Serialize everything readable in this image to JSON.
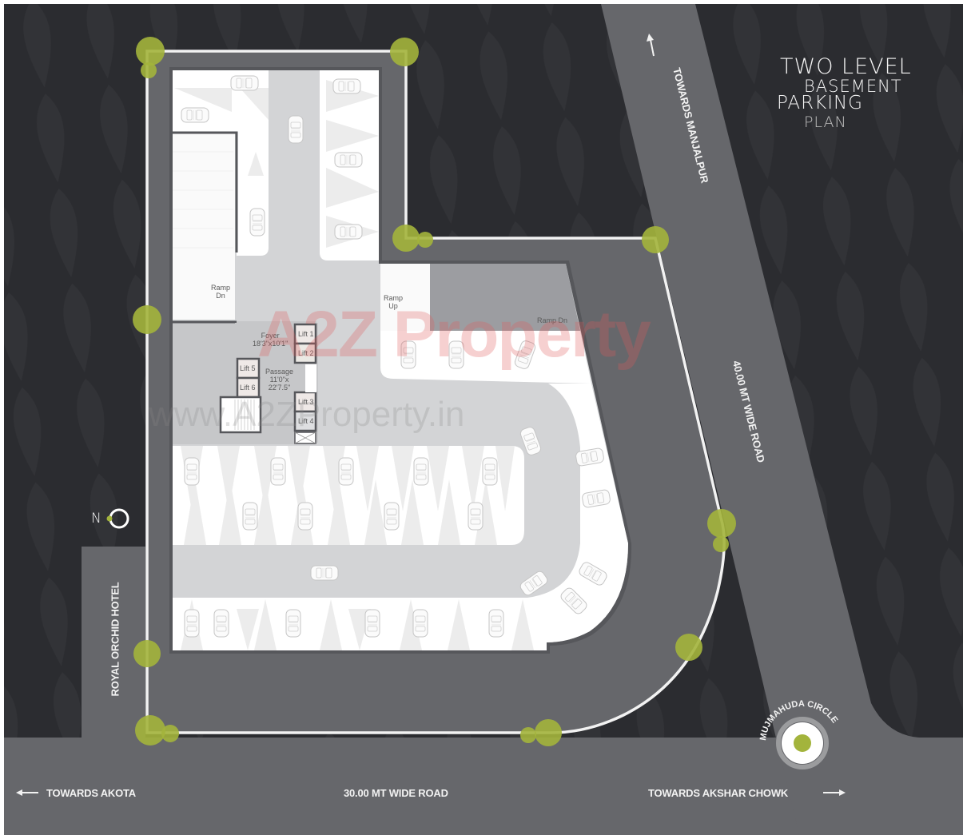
{
  "title": {
    "line1": "TWO LEVEL",
    "line2": "BASEMENT",
    "line3": "PARKING",
    "line4": "PLAN"
  },
  "roads": {
    "bottom_center": "30.00 MT WIDE ROAD",
    "bottom_left": "TOWARDS AKOTA",
    "bottom_right": "TOWARDS AKSHAR CHOWK",
    "diagonal_top": "TOWARDS MANJALPUR",
    "diagonal_side": "40.00 MT WIDE ROAD",
    "left_vertical": "ROYAL ORCHID HOTEL"
  },
  "landmarks": {
    "circle": "MUJMAHUDA CIRCLE",
    "north": "N"
  },
  "rooms": {
    "ramp_dn_left": [
      "Ramp",
      "Dn"
    ],
    "ramp_up": [
      "Ramp",
      "Up"
    ],
    "ramp_dn_right": "Ramp Dn",
    "foyer": [
      "Foyer",
      "18'3\"x10'1\""
    ],
    "passage": [
      "Passage",
      "11'0\"x",
      "22'7.5\""
    ],
    "lifts": [
      "Lift 1",
      "Lift 2",
      "Lift 3",
      "Lift 4",
      "Lift 5",
      "Lift 6"
    ]
  },
  "watermark": {
    "brand": "A2Z Property",
    "url": "www.A2ZProperty.in"
  },
  "colors": {
    "background_dark": "#2b2c30",
    "road": "#66676b",
    "building_outline": "#56575b",
    "drive_aisle": "#d3d4d6",
    "parking_bay": "#ffffff",
    "ramp_block": "#9c9da1",
    "tree": "#a3b43c",
    "boundary_line": "#f2f2f2"
  }
}
